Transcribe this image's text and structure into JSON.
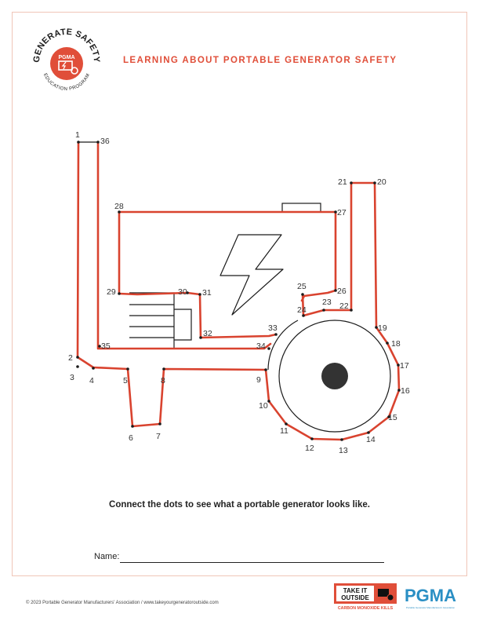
{
  "header": {
    "title": "LEARNING ABOUT PORTABLE GENERATOR SAFETY"
  },
  "logo": {
    "arc_top": "GENERATE SAFETY",
    "arc_bottom": "EDUCATION PROGRAM",
    "center": "PGMA",
    "icon": "generator-icon"
  },
  "puzzle": {
    "numbers": [
      "1",
      "2",
      "3",
      "4",
      "5",
      "6",
      "7",
      "8",
      "9",
      "10",
      "11",
      "12",
      "13",
      "14",
      "15",
      "16",
      "17",
      "18",
      "19",
      "20",
      "21",
      "22",
      "23",
      "24",
      "25",
      "26",
      "27",
      "28",
      "29",
      "30",
      "31",
      "32",
      "33",
      "34",
      "35",
      "36"
    ]
  },
  "instruction": "Connect the dots to see what a portable generator looks like.",
  "name_field": {
    "label": "Name:"
  },
  "footer": {
    "copyright": "© 2023 Portable Generator Manufacturers' Association / www.takeyourgeneratoroutside.com",
    "take_it_outside": {
      "line1": "TAKE IT",
      "line2": "OUTSIDE",
      "tagline": "CARBON MONOXIDE KILLS"
    },
    "pgma": "PGMA",
    "pgma_sub": "Portable Generator Manufacturers' Association"
  },
  "colors": {
    "accent": "#e04e39",
    "blue": "#2a8fc4",
    "text": "#222222"
  }
}
